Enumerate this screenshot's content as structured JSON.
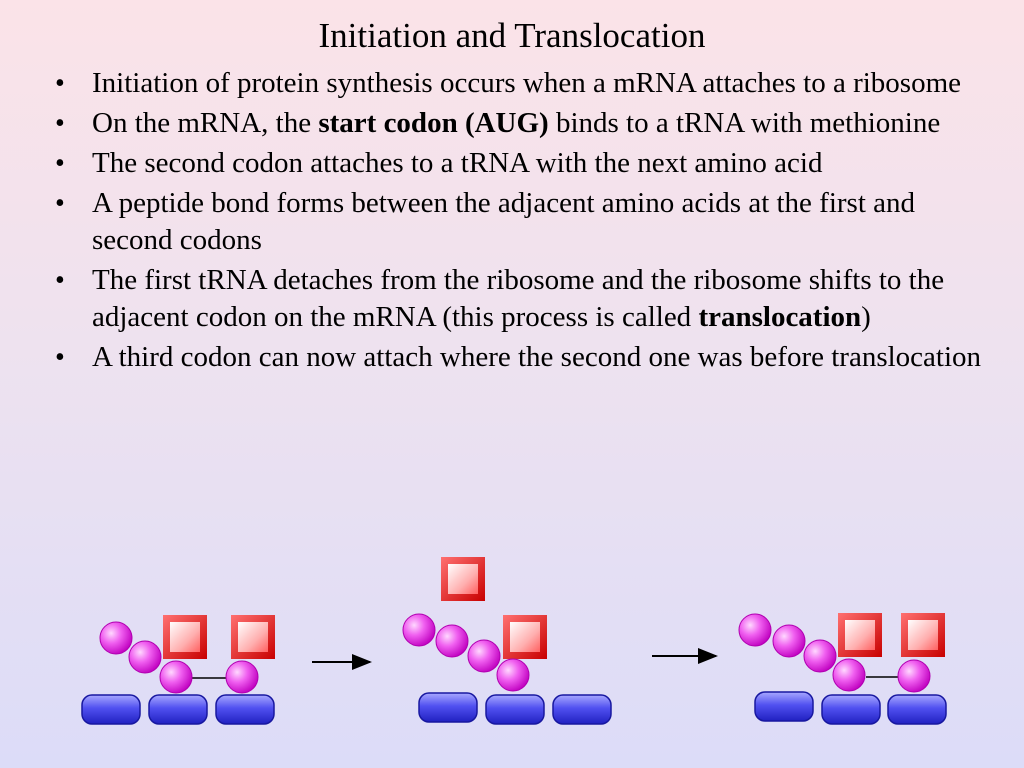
{
  "slide": {
    "title": "Initiation and Translocation",
    "bullet_symbol": "•",
    "bullets": [
      {
        "text": "Initiation of protein synthesis occurs when a mRNA attaches to a ribosome"
      },
      {
        "before": "On the mRNA, the ",
        "bold": "start codon (AUG)",
        "after": " binds to a tRNA with methionine"
      },
      {
        "text": "The second codon attaches to a tRNA with the next amino acid"
      },
      {
        "text": "A peptide bond forms between the adjacent amino acids at the first and second codons"
      },
      {
        "before": "The first tRNA detaches from the ribosome and the ribosome shifts to the adjacent codon on the mRNA (this process is called ",
        "bold": "translocation",
        "after": ")"
      },
      {
        "text": "A third codon can now attach where the second one was before translocation"
      }
    ]
  },
  "diagram": {
    "colors": {
      "codon_fill": "#4a4ae8",
      "codon_light": "#9a9cff",
      "square_fill": "#f01818",
      "square_light": "#ffc6c6",
      "ball_fill": "#e020e0",
      "ball_light": "#ffb8ff"
    }
  }
}
